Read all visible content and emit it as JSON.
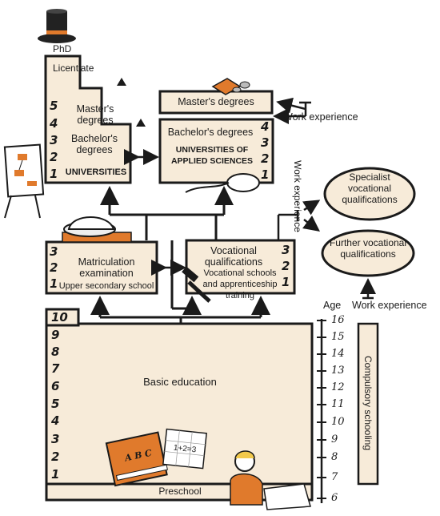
{
  "labels": {
    "phd": "PhD",
    "licentiate": "Licentiate",
    "universities_masters": "Master's degrees",
    "universities_bachelors": "Bachelor's degrees",
    "universities": "UNIVERSITIES",
    "uas_masters": "Master's degrees",
    "uas_bachelors": "Bachelor's degrees",
    "uas": "UNIVERSITIES OF APPLIED SCIENCES",
    "work_experience_top": "Work experience",
    "work_experience_vertical": "Work experience",
    "specialist": "Specialist vocational qualifications",
    "further": "Further vocational qualifications",
    "work_experience_bottom": "Work experience",
    "age": "Age",
    "matriculation": "Matriculation examination",
    "upper_secondary": "Upper secondary school",
    "vocational_qual": "Vocational qualifications",
    "vocational_schools": "Vocational schools and apprenticeship training",
    "basic_education": "Basic education",
    "preschool": "Preschool",
    "compulsory": "Compulsory schooling"
  },
  "grades": {
    "university": [
      "5",
      "4",
      "3",
      "2",
      "1"
    ],
    "uas": [
      "4",
      "3",
      "2",
      "1"
    ],
    "upper_secondary": [
      "3",
      "2",
      "1"
    ],
    "vocational": [
      "3",
      "2",
      "1"
    ],
    "basic": [
      "10",
      "9",
      "8",
      "7",
      "6",
      "5",
      "4",
      "3",
      "2",
      "1"
    ]
  },
  "ages": [
    "16",
    "15",
    "14",
    "13",
    "12",
    "11",
    "10",
    "9",
    "8",
    "7",
    "6"
  ],
  "book_text": "A B C",
  "paper_text": "1+2=3",
  "colors": {
    "box_fill": "#f7ebd9",
    "accent": "#e07a2c",
    "ink": "#1a1a1a"
  }
}
